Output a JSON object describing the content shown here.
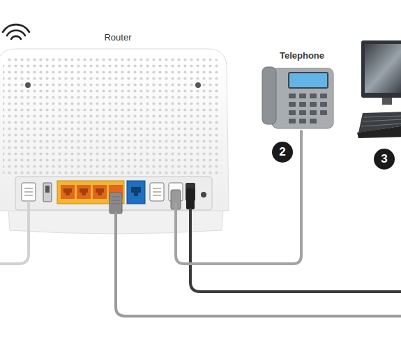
{
  "diagram": {
    "nodes": [
      {
        "text": [
          "Router"
        ]
      },
      {
        "text": [
          "Telephone"
        ]
      }
    ],
    "edges": [
      {
        "from": 0,
        "to": 1,
        "arrow": "none"
      }
    ],
    "labels": [
      "2",
      "3"
    ]
  }
}
